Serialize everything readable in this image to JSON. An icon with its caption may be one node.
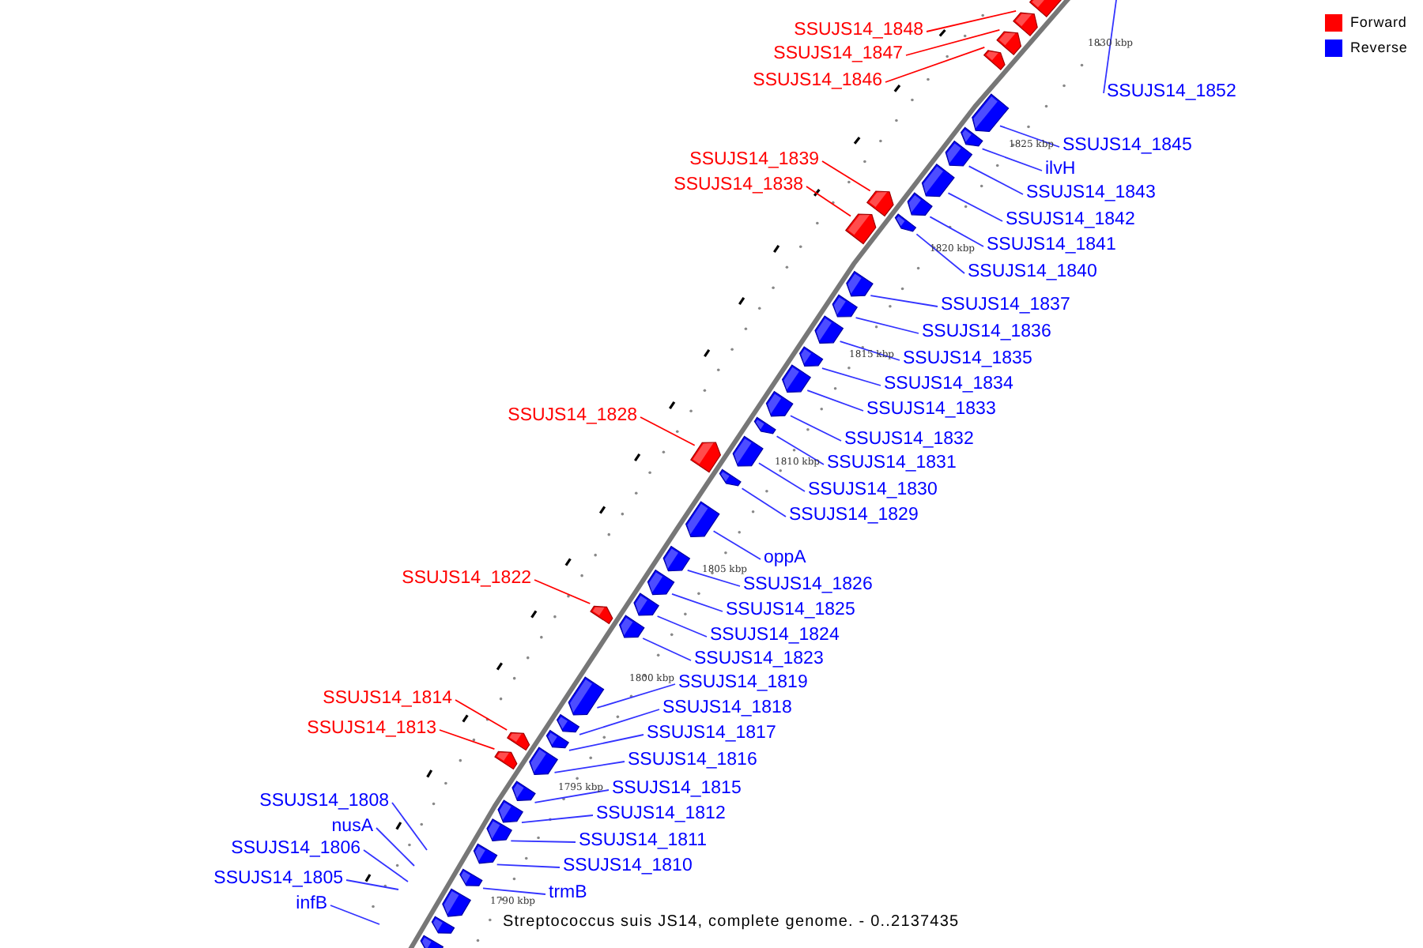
{
  "diagram": {
    "caption": "Streptococcus suis JS14, complete genome. - 0..2137435",
    "nodes": [
      {
        "text": [
          "SSUJS14_1848"
        ]
      },
      {
        "text": [
          "SSUJS14_1847"
        ]
      },
      {
        "text": [
          "SSUJS14_1846"
        ]
      },
      {
        "text": [
          "SSUJS14_1852"
        ]
      },
      {
        "text": [
          "SSUJS14_1845"
        ]
      },
      {
        "text": [
          "SSUJS14_1839"
        ]
      },
      {
        "text": [
          "ilvH"
        ]
      },
      {
        "text": [
          "SSUJS14_1838"
        ]
      },
      {
        "text": [
          "SSUJS14_1843"
        ]
      },
      {
        "text": [
          "SSUJS14_1842"
        ]
      },
      {
        "text": [
          "SSUJS14_1841"
        ]
      },
      {
        "text": [
          "SSUJS14_1840"
        ]
      },
      {
        "text": [
          "SSUJS14_1837"
        ]
      },
      {
        "text": [
          "SSUJS14_1836"
        ]
      },
      {
        "text": [
          "SSUJS14_1835"
        ]
      },
      {
        "text": [
          "SSUJS14_1834"
        ]
      },
      {
        "text": [
          "SSUJS14_1833"
        ]
      },
      {
        "text": [
          "SSUJS14_1828"
        ]
      },
      {
        "text": [
          "SSUJS14_1832"
        ]
      },
      {
        "text": [
          "SSUJS14_1831"
        ]
      },
      {
        "text": [
          "SSUJS14_1830"
        ]
      },
      {
        "text": [
          "SSUJS14_1829"
        ]
      },
      {
        "text": [
          "oppA"
        ]
      },
      {
        "text": [
          "SSUJS14_1822"
        ]
      },
      {
        "text": [
          "SSUJS14_1826"
        ]
      },
      {
        "text": [
          "SSUJS14_1825"
        ]
      },
      {
        "text": [
          "SSUJS14_1824"
        ]
      },
      {
        "text": [
          "SSUJS14_1823"
        ]
      },
      {
        "text": [
          "SSUJS14_1819"
        ]
      },
      {
        "text": [
          "SSUJS14_1814"
        ]
      },
      {
        "text": [
          "SSUJS14_1818"
        ]
      },
      {
        "text": [
          "SSUJS14_1813"
        ]
      },
      {
        "text": [
          "SSUJS14_1817"
        ]
      },
      {
        "text": [
          "SSUJS14_1816"
        ]
      },
      {
        "text": [
          "SSUJS14_1815"
        ]
      },
      {
        "text": [
          "SSUJS14_1808"
        ]
      },
      {
        "text": [
          "SSUJS14_1812"
        ]
      },
      {
        "text": [
          "nusA"
        ]
      },
      {
        "text": [
          "SSUJS14_1811"
        ]
      },
      {
        "text": [
          "SSUJS14_1806"
        ]
      },
      {
        "text": [
          "SSUJS14_1810"
        ]
      },
      {
        "text": [
          "SSUJS14_1805"
        ]
      },
      {
        "text": [
          "trmB"
        ]
      },
      {
        "text": [
          "infB"
        ]
      },
      {
        "text": [],
        "shape": "box"
      },
      {
        "text": [],
        "shape": "box"
      },
      {
        "text": [],
        "shape": "box"
      },
      {
        "text": [],
        "shape": "box"
      },
      {
        "text": [],
        "shape": "box"
      },
      {
        "text": [],
        "shape": "box"
      },
      {
        "text": [],
        "shape": "box"
      },
      {
        "text": [],
        "shape": "box"
      },
      {
        "text": [],
        "shape": "box"
      },
      {
        "text": [],
        "shape": "box"
      },
      {
        "text": [],
        "shape": "box"
      },
      {
        "text": [],
        "shape": "box"
      },
      {
        "text": [],
        "shape": "box"
      },
      {
        "text": [],
        "shape": "box"
      },
      {
        "text": [],
        "shape": "box"
      },
      {
        "text": [],
        "shape": "box"
      },
      {
        "text": [],
        "shape": "box"
      },
      {
        "text": [],
        "shape": "box"
      },
      {
        "text": [],
        "shape": "box"
      },
      {
        "text": [],
        "shape": "box"
      },
      {
        "text": [],
        "shape": "box"
      },
      {
        "text": [],
        "shape": "box"
      },
      {
        "text": [],
        "shape": "box"
      },
      {
        "text": [],
        "shape": "box"
      },
      {
        "text": [],
        "shape": "box"
      },
      {
        "text": [],
        "shape": "box"
      },
      {
        "text": [],
        "shape": "box"
      },
      {
        "text": [],
        "shape": "box"
      },
      {
        "text": [],
        "shape": "box"
      },
      {
        "text": [],
        "shape": "box"
      },
      {
        "text": [],
        "shape": "box"
      },
      {
        "text": [],
        "shape": "box"
      },
      {
        "text": [],
        "shape": "box"
      },
      {
        "text": [],
        "shape": "box"
      },
      {
        "text": [],
        "shape": "box"
      },
      {
        "text": [],
        "shape": "box"
      },
      {
        "text": [],
        "shape": "box"
      },
      {
        "text": [],
        "shape": "box"
      },
      {
        "text": [],
        "shape": "box"
      },
      {
        "text": [],
        "shape": "box"
      },
      {
        "text": [],
        "shape": "box"
      },
      {
        "text": [],
        "shape": "box"
      }
    ],
    "edges": [
      {
        "from": 0,
        "to": 45,
        "arrow": "none",
        "color": "#ff0000"
      },
      {
        "from": 1,
        "to": 46,
        "arrow": "none",
        "color": "#ff0000"
      },
      {
        "from": 2,
        "to": 47,
        "arrow": "none",
        "color": "#ff0000"
      },
      {
        "from": 3,
        "to": null,
        "arrow": "none"
      },
      {
        "from": 4,
        "to": 48,
        "arrow": "none"
      },
      {
        "from": 5,
        "to": 53,
        "arrow": "none",
        "color": "#ff0000"
      },
      {
        "from": 6,
        "to": 49,
        "arrow": "none"
      },
      {
        "from": 7,
        "to": 55,
        "arrow": "none",
        "color": "#ff0000"
      },
      {
        "from": 8,
        "to": 50,
        "arrow": "none"
      },
      {
        "from": 9,
        "to": 51,
        "arrow": "none"
      },
      {
        "from": 10,
        "to": 52,
        "arrow": "none"
      },
      {
        "from": 11,
        "to": 54,
        "arrow": "none"
      },
      {
        "from": 12,
        "to": 56,
        "arrow": "none"
      },
      {
        "from": 13,
        "to": 57,
        "arrow": "none"
      },
      {
        "from": 14,
        "to": 58,
        "arrow": "none"
      },
      {
        "from": 15,
        "to": 59,
        "arrow": "none"
      },
      {
        "from": 16,
        "to": 60,
        "arrow": "none"
      },
      {
        "from": 17,
        "to": 64,
        "arrow": "none",
        "color": "#ff0000"
      },
      {
        "from": 18,
        "to": 61,
        "arrow": "none"
      },
      {
        "from": 19,
        "to": 62,
        "arrow": "none"
      },
      {
        "from": 20,
        "to": 63,
        "arrow": "none"
      },
      {
        "from": 21,
        "to": 65,
        "arrow": "none"
      },
      {
        "from": 22,
        "to": 66,
        "arrow": "none"
      },
      {
        "from": 23,
        "to": 70,
        "arrow": "none",
        "color": "#ff0000"
      },
      {
        "from": 24,
        "to": 67,
        "arrow": "none"
      },
      {
        "from": 25,
        "to": 68,
        "arrow": "none"
      },
      {
        "from": 26,
        "to": 69,
        "arrow": "none"
      },
      {
        "from": 27,
        "to": 71,
        "arrow": "none"
      },
      {
        "from": 28,
        "to": 72,
        "arrow": "none"
      },
      {
        "from": 29,
        "to": 75,
        "arrow": "none",
        "color": "#ff0000"
      },
      {
        "from": 30,
        "to": 73,
        "arrow": "none"
      },
      {
        "from": 31,
        "to": 77,
        "arrow": "none",
        "color": "#ff0000"
      },
      {
        "from": 32,
        "to": 74,
        "arrow": "none"
      },
      {
        "from": 33,
        "to": 76,
        "arrow": "none"
      },
      {
        "from": 34,
        "to": 78,
        "arrow": "none"
      },
      {
        "from": 35,
        "to": null,
        "arrow": "none"
      },
      {
        "from": 36,
        "to": 79,
        "arrow": "none"
      },
      {
        "from": 37,
        "to": null,
        "arrow": "none"
      },
      {
        "from": 38,
        "to": 80,
        "arrow": "none"
      },
      {
        "from": 39,
        "to": null,
        "arrow": "none"
      },
      {
        "from": 40,
        "to": 81,
        "arrow": "none"
      },
      {
        "from": 41,
        "to": null,
        "arrow": "none"
      },
      {
        "from": 42,
        "to": 82,
        "arrow": "none"
      },
      {
        "from": 43,
        "to": null,
        "arrow": "none"
      }
    ],
    "labels": [
      "1830 kbp",
      "1825 kbp",
      "1820 kbp",
      "1815 kbp",
      "1810 kbp",
      "1805 kbp",
      "1800 kbp",
      "1795 kbp",
      "1790 kbp"
    ],
    "legend": [
      {
        "text": "Forward",
        "color": "#ff0000"
      },
      {
        "text": "Reverse",
        "color": "#0000ff"
      }
    ]
  }
}
